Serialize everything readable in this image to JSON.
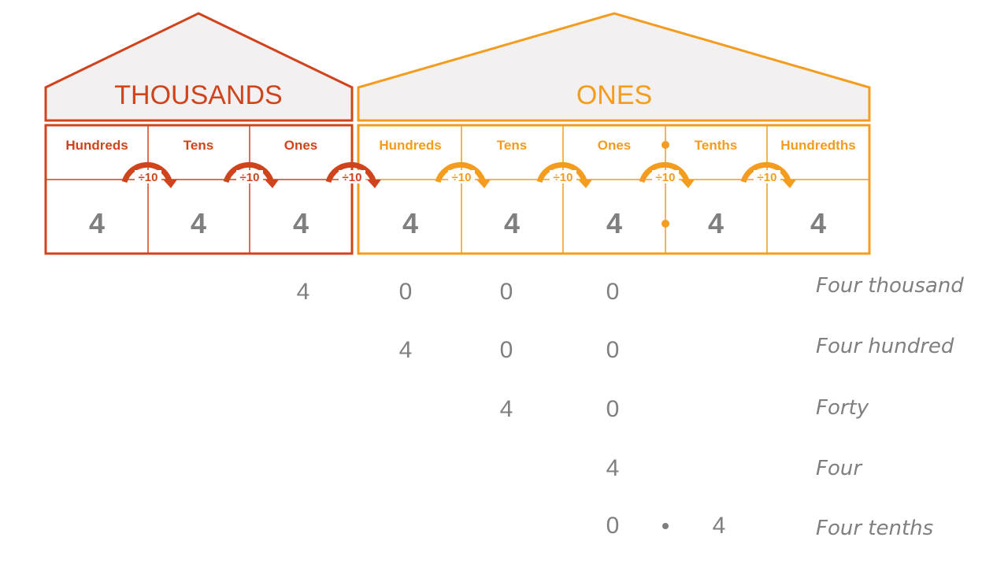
{
  "colors": {
    "thousands": "#d0441d",
    "ones": "#f39c1d",
    "roof_fill": "#f2f0f0",
    "text_grey": "#7f7f7f"
  },
  "groups": [
    {
      "name": "THOUSANDS",
      "columns": [
        "Hundreds",
        "Tens",
        "Ones"
      ],
      "digits": [
        "4",
        "4",
        "4"
      ]
    },
    {
      "name": "ONES",
      "columns": [
        "Hundreds",
        "Tens",
        "Ones",
        "Tenths",
        "Hundredths"
      ],
      "digits": [
        "4",
        "4",
        "4",
        "4",
        "4"
      ]
    }
  ],
  "divide_label": "÷10",
  "rows": [
    {
      "digits": [
        "4",
        "0",
        "0",
        "0"
      ],
      "word": "Four thousand"
    },
    {
      "digits": [
        "4",
        "0",
        "0"
      ],
      "word": "Four hundred"
    },
    {
      "digits": [
        "4",
        "0"
      ],
      "word": "Forty"
    },
    {
      "digits": [
        "4"
      ],
      "word": "Four"
    },
    {
      "digits": [
        "0",
        "•",
        "4"
      ],
      "word": "Four tenths"
    }
  ]
}
